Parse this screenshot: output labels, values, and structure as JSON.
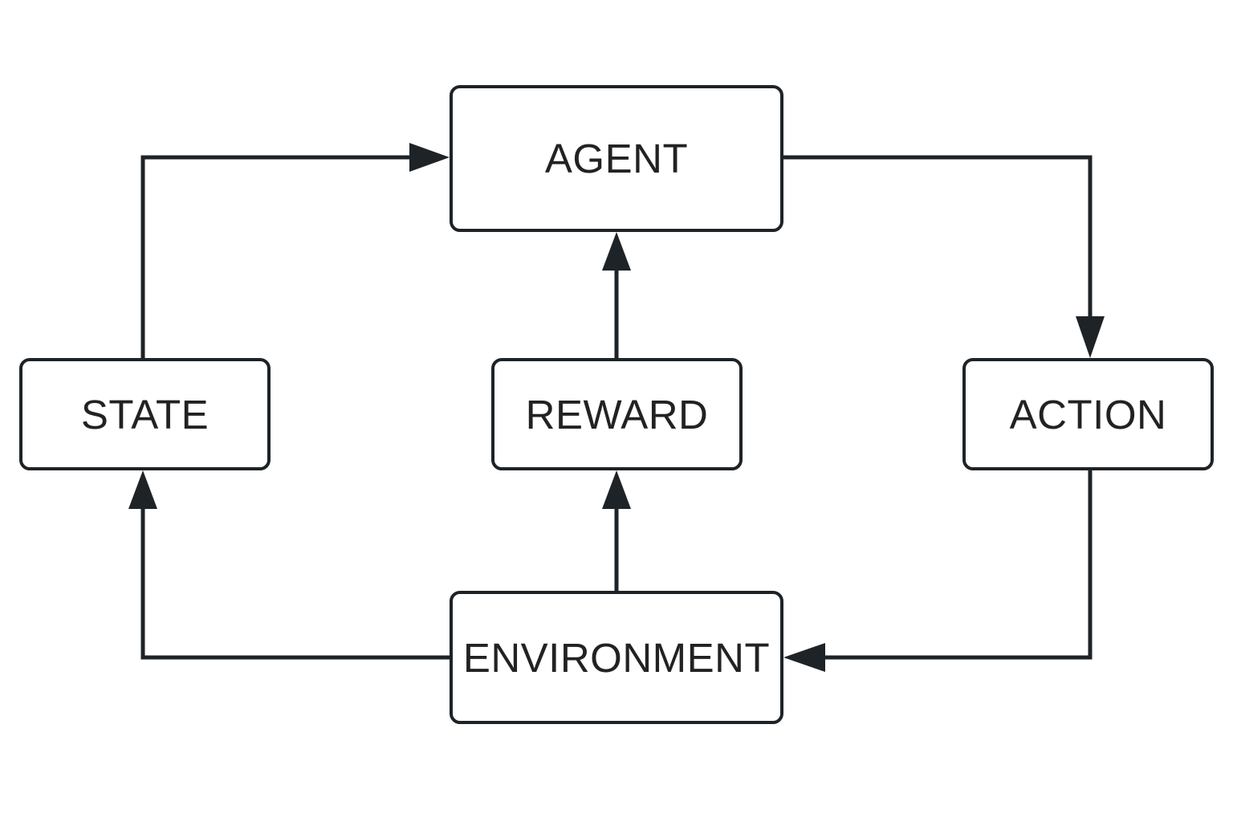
{
  "diagram": {
    "nodes": {
      "agent": {
        "label": "AGENT"
      },
      "state": {
        "label": "STATE"
      },
      "reward": {
        "label": "REWARD"
      },
      "action": {
        "label": "ACTION"
      },
      "environment": {
        "label": "ENVIRONMENT"
      }
    },
    "edges": [
      {
        "from": "agent",
        "to": "action"
      },
      {
        "from": "action",
        "to": "environment"
      },
      {
        "from": "environment",
        "to": "state"
      },
      {
        "from": "environment",
        "to": "reward"
      },
      {
        "from": "state",
        "to": "agent"
      },
      {
        "from": "reward",
        "to": "agent"
      }
    ],
    "colors": {
      "stroke": "#1e2327",
      "text": "#222222",
      "background": "#ffffff"
    }
  }
}
